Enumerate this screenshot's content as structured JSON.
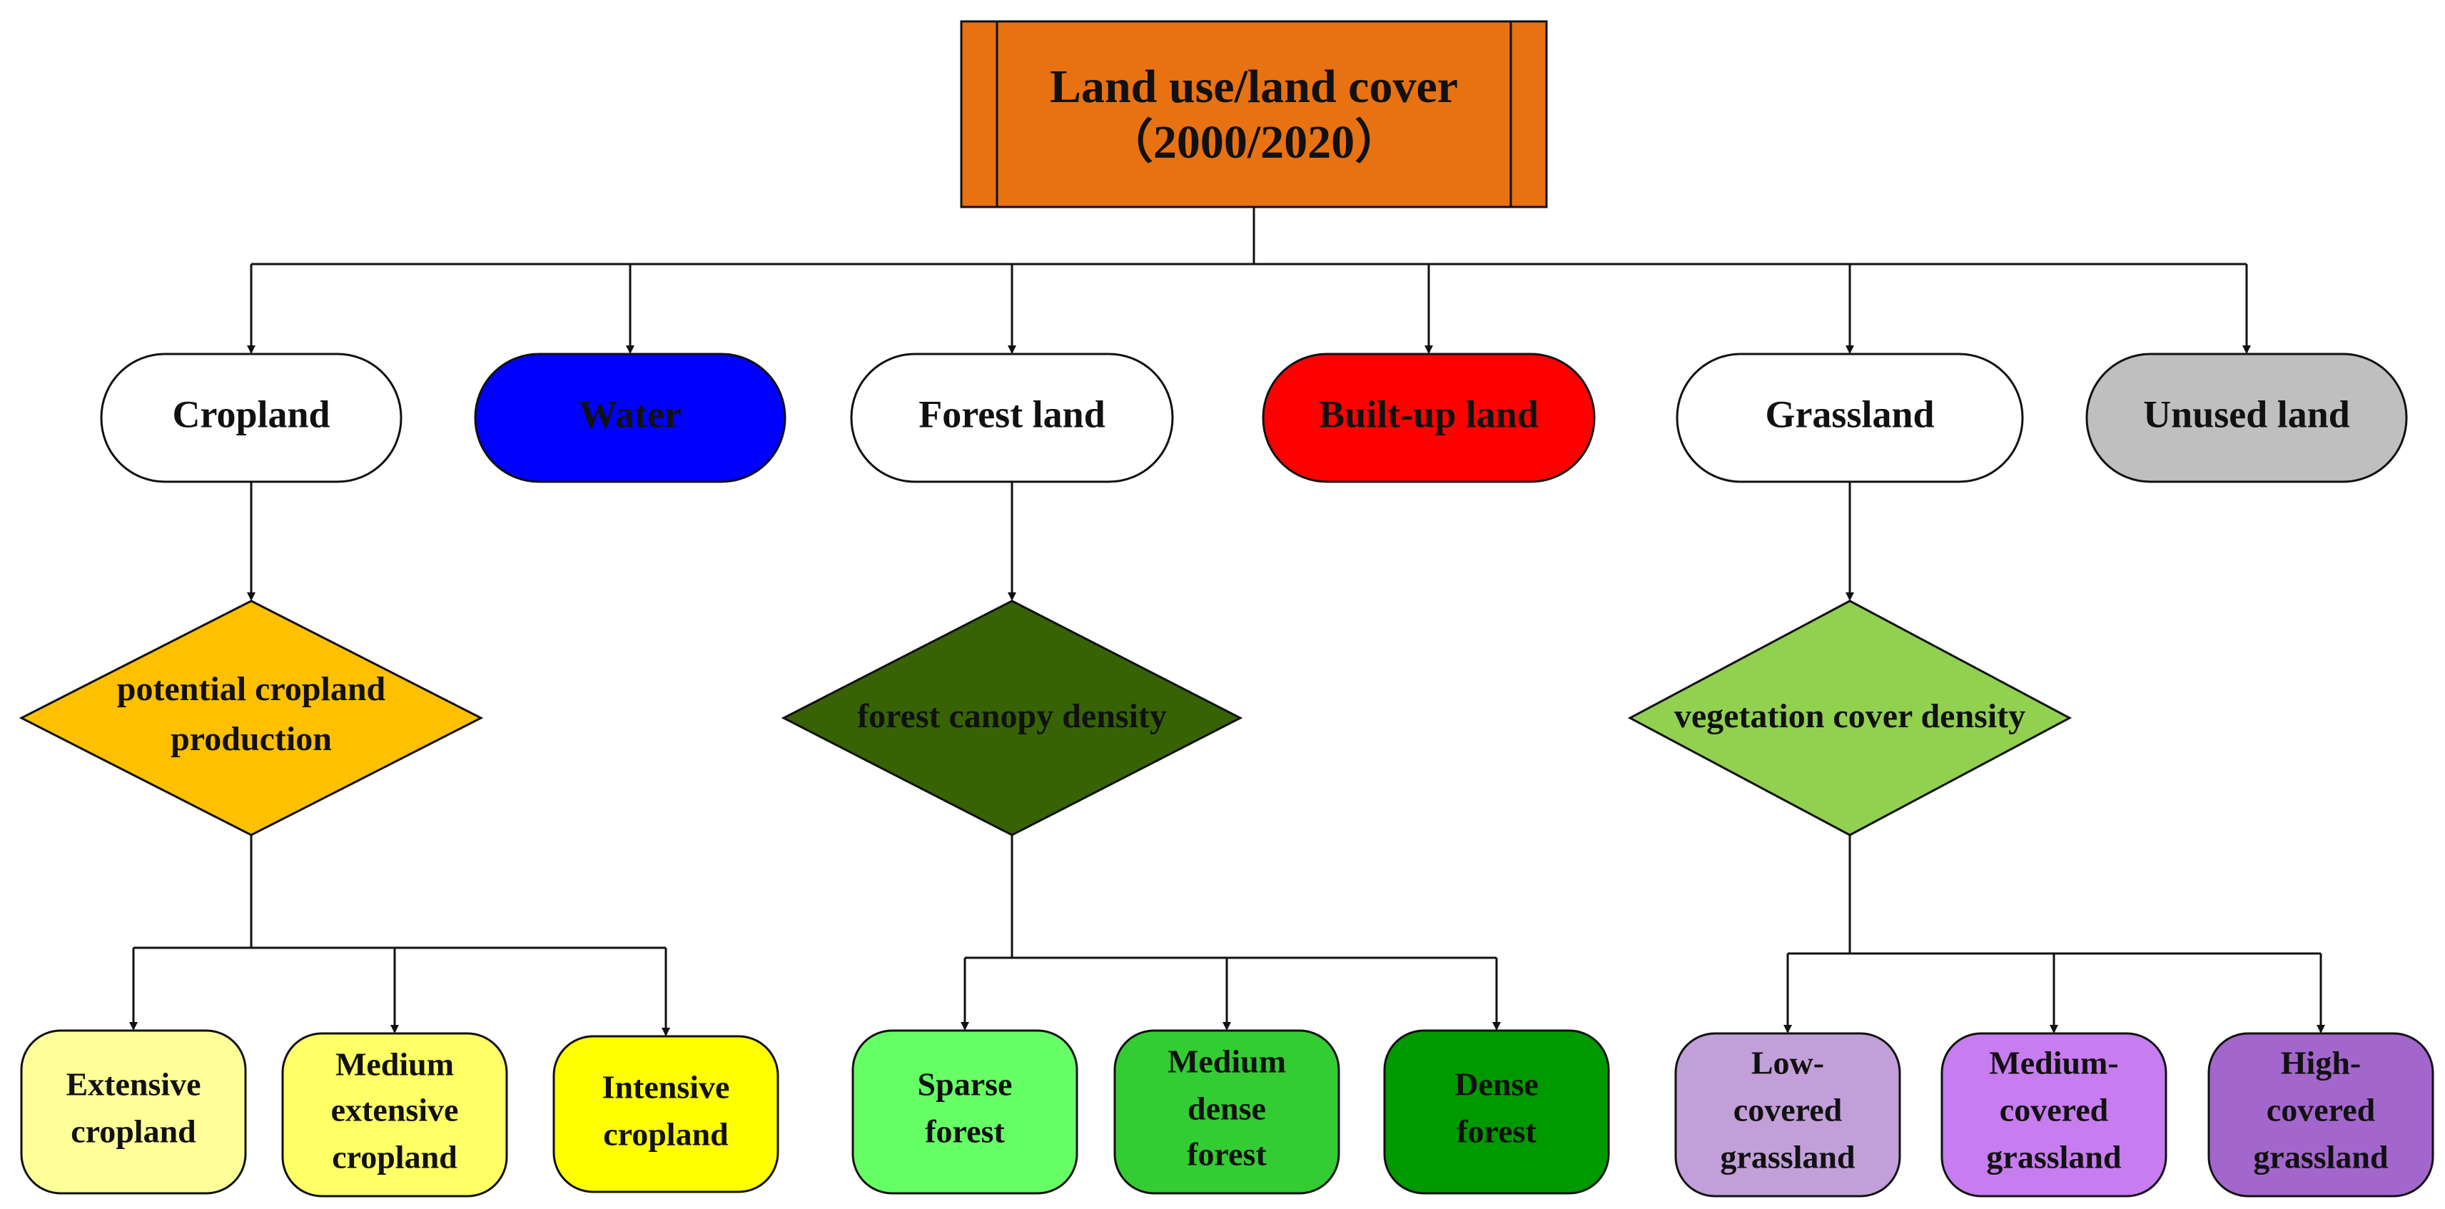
{
  "root": {
    "lines": [
      "Land use/land cover",
      "（2000/2020）"
    ],
    "color": "#E87112"
  },
  "categories": [
    {
      "label": "Cropland",
      "color": "#FFFFFF"
    },
    {
      "label": "Water",
      "color": "#0000FF"
    },
    {
      "label": "Forest land",
      "color": "#FFFFFF"
    },
    {
      "label": "Built-up land",
      "color": "#FF0000"
    },
    {
      "label": "Grassland",
      "color": "#FFFFFF"
    },
    {
      "label": "Unused land",
      "color": "#BFBFBF"
    }
  ],
  "criteria": [
    {
      "lines": [
        "potential cropland",
        "production"
      ],
      "color": "#FFC000",
      "parent": "Cropland"
    },
    {
      "lines": [
        "forest canopy density"
      ],
      "color": "#376305",
      "parent": "Forest land"
    },
    {
      "lines": [
        "vegetation cover density"
      ],
      "color": "#92D050",
      "parent": "Grassland"
    }
  ],
  "classes": [
    {
      "lines": [
        "Extensive",
        "cropland"
      ],
      "color": "#FFFF99",
      "group": "Cropland"
    },
    {
      "lines": [
        "Medium",
        "extensive",
        "cropland"
      ],
      "color": "#FFFF66",
      "group": "Cropland"
    },
    {
      "lines": [
        "Intensive",
        "cropland"
      ],
      "color": "#FFFF00",
      "group": "Cropland"
    },
    {
      "lines": [
        "Sparse",
        "forest"
      ],
      "color": "#66FF66",
      "group": "Forest land"
    },
    {
      "lines": [
        "Medium",
        "dense",
        "forest"
      ],
      "color": "#33CC33",
      "group": "Forest land"
    },
    {
      "lines": [
        "Dense",
        "forest"
      ],
      "color": "#009900",
      "group": "Forest land"
    },
    {
      "lines": [
        "Low-",
        "covered",
        "grassland"
      ],
      "color": "#C29FD9",
      "group": "Grassland"
    },
    {
      "lines": [
        "Medium-",
        "covered",
        "grassland"
      ],
      "color": "#C77CF0",
      "group": "Grassland"
    },
    {
      "lines": [
        "High-",
        "covered",
        "grassland"
      ],
      "color": "#A366CC",
      "group": "Grassland"
    }
  ]
}
